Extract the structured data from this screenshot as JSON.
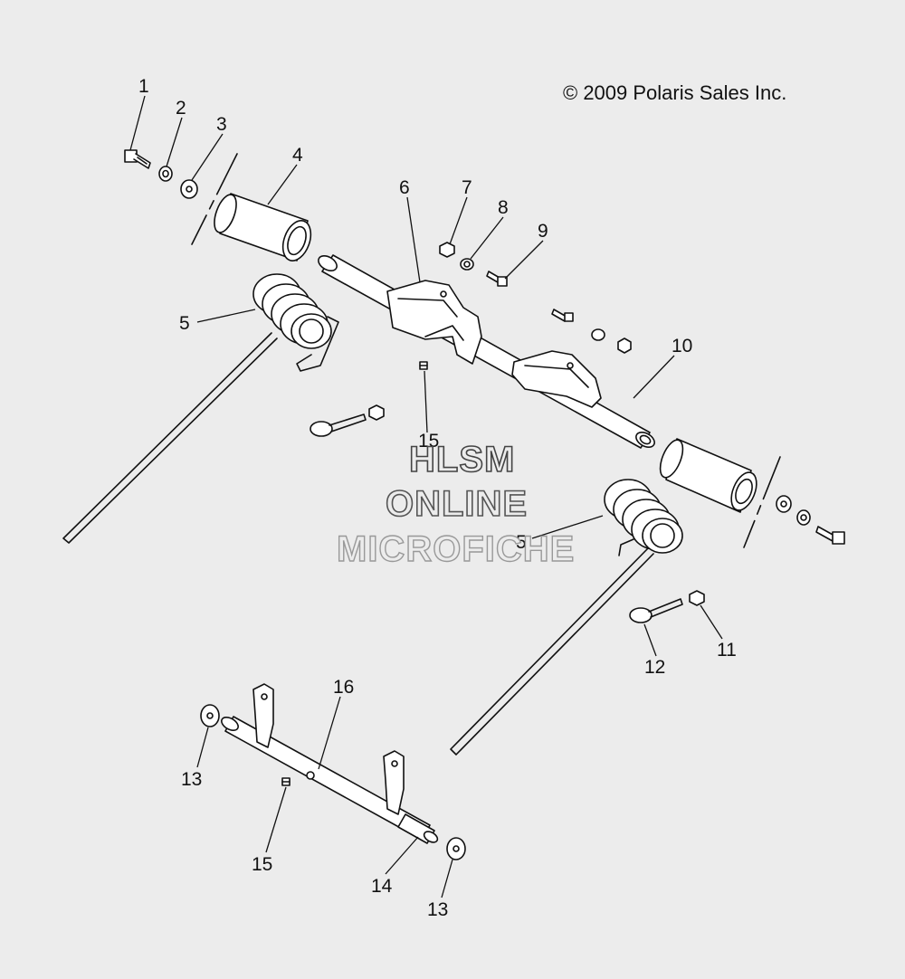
{
  "copyright": "© 2009 Polaris Sales Inc.",
  "watermark": {
    "line1": "HLSM",
    "line2": "ONLINE",
    "line3": "MICROFICHE"
  },
  "callouts": {
    "c1": "1",
    "c2": "2",
    "c3": "3",
    "c4": "4",
    "c5a": "5",
    "c5b": "5",
    "c6": "6",
    "c7": "7",
    "c8": "8",
    "c9": "9",
    "c10": "10",
    "c11": "11",
    "c12": "12",
    "c13a": "13",
    "c13b": "13",
    "c14": "14",
    "c15a": "15",
    "c15b": "15",
    "c16": "16"
  },
  "colors": {
    "background": "#ececec",
    "line": "#111111"
  }
}
